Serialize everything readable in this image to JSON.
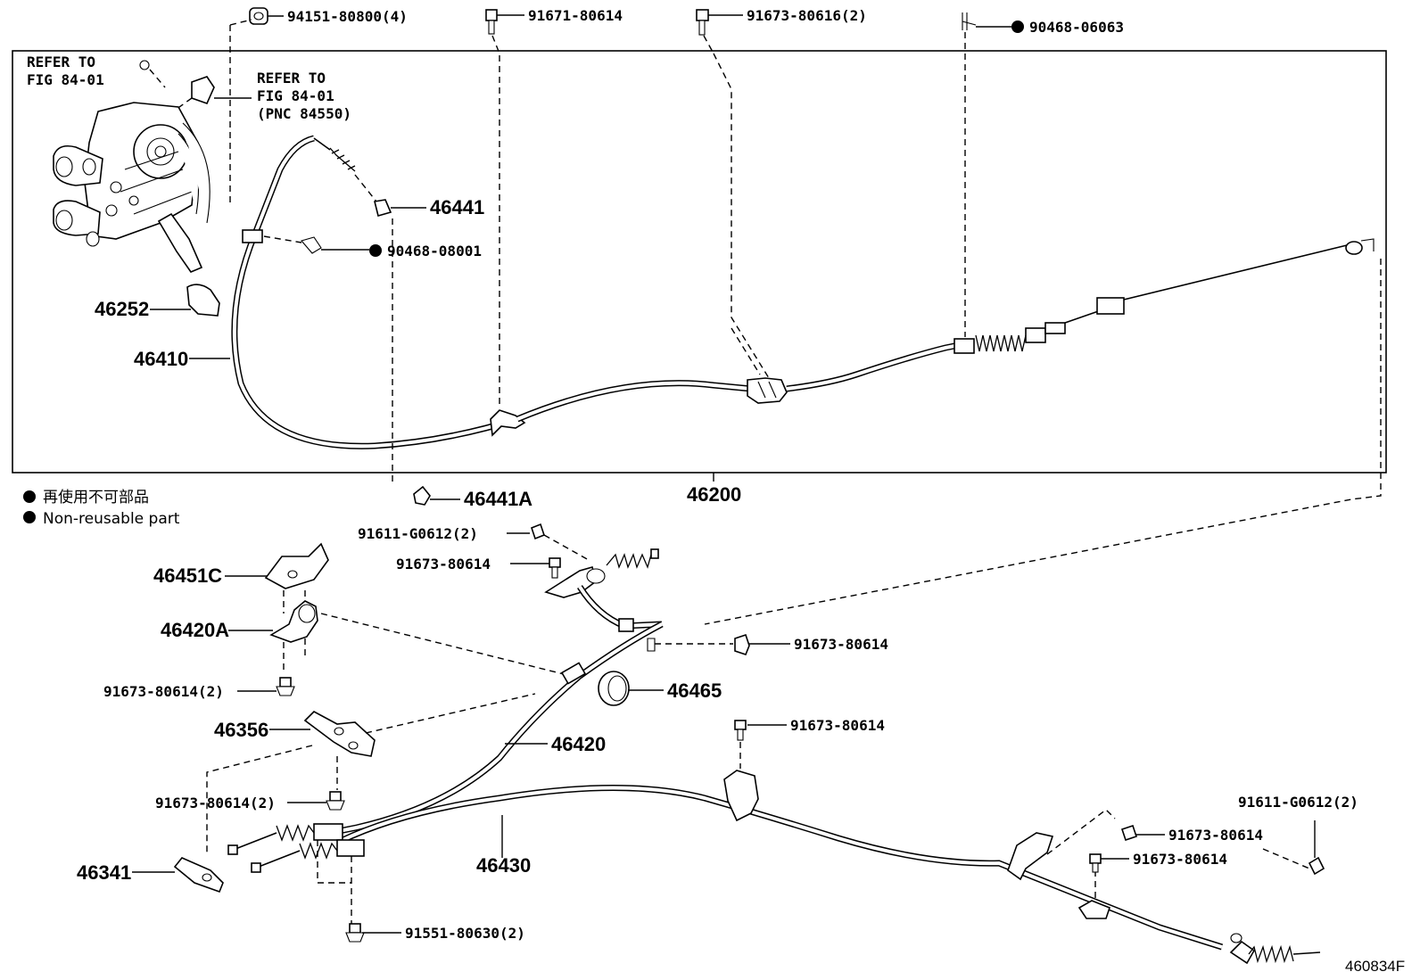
{
  "figure_code": "460834F",
  "legend": [
    {
      "symbol": "●",
      "text": "再使用不可部品"
    },
    {
      "symbol": "●",
      "text": "Non-reusable part"
    }
  ],
  "refer_notes": [
    {
      "lines": [
        "REFER TO",
        "FIG 84-01"
      ]
    },
    {
      "lines": [
        "REFER TO",
        "FIG 84-01",
        "(PNC 84550)"
      ]
    }
  ],
  "top_hardware": [
    {
      "pn": "94151-80800(4)"
    },
    {
      "pn": "91671-80614"
    },
    {
      "pn": "91673-80616(2)"
    },
    {
      "pn": "90468-06063",
      "non_reusable": true
    }
  ],
  "upper_callouts": [
    {
      "pn": "46441"
    },
    {
      "pn": "90468-08001",
      "non_reusable": true
    },
    {
      "pn": "46252"
    },
    {
      "pn": "46410"
    },
    {
      "pn": "46441A"
    },
    {
      "pn": "46200"
    }
  ],
  "lower_callouts": [
    {
      "pn": "91611-G0612(2)"
    },
    {
      "pn": "91673-80614"
    },
    {
      "pn": "46451C"
    },
    {
      "pn": "46420A"
    },
    {
      "pn": "91673-80614"
    },
    {
      "pn": "91673-80614(2)"
    },
    {
      "pn": "46465"
    },
    {
      "pn": "46356"
    },
    {
      "pn": "46420"
    },
    {
      "pn": "91673-80614"
    },
    {
      "pn": "91673-80614(2)"
    },
    {
      "pn": "46430"
    },
    {
      "pn": "91611-G0612(2)"
    },
    {
      "pn": "91673-80614"
    },
    {
      "pn": "91673-80614"
    },
    {
      "pn": "46341"
    },
    {
      "pn": "91551-80630(2)"
    }
  ]
}
